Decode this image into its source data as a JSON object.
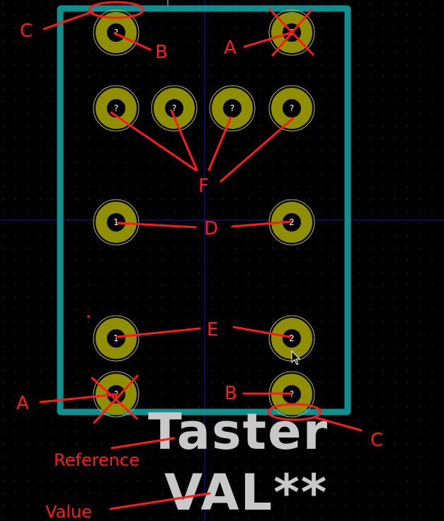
{
  "colors": {
    "background": "#000000",
    "grid_dot": "#3a3a3a",
    "crosshair": "#1c1c9e",
    "outline": "#0f9090",
    "pad_ring": "#8f8f00",
    "pad_halo": "#b8b84a",
    "pad_hole": "#000000",
    "pad_number": "#ffffff",
    "annotation": "#ff1a1a",
    "silk_text": "#c8c8c8"
  },
  "pads": [
    {
      "id": "pad-top-left",
      "number": "?"
    },
    {
      "id": "pad-top-right",
      "number": "?"
    },
    {
      "id": "pad-row2-1",
      "number": "?"
    },
    {
      "id": "pad-row2-2",
      "number": "?"
    },
    {
      "id": "pad-row2-3",
      "number": "?"
    },
    {
      "id": "pad-row2-4",
      "number": "?"
    },
    {
      "id": "pad-mid-left",
      "number": "1"
    },
    {
      "id": "pad-mid-right",
      "number": "2"
    },
    {
      "id": "pad-low-left",
      "number": "1"
    },
    {
      "id": "pad-low-right",
      "number": "2"
    },
    {
      "id": "pad-bottom-left",
      "number": "?"
    },
    {
      "id": "pad-bottom-right",
      "number": "?"
    }
  ],
  "labels": {
    "c_top": "C",
    "b_top": "B",
    "a_top": "A",
    "f": "F",
    "d": "D",
    "e": "E",
    "a_bottom": "A",
    "b_bottom": "B",
    "c_bottom": "C",
    "reference": "Reference",
    "value": "Value"
  },
  "silkscreen": {
    "reference_text": "Taster",
    "value_text": "VAL**"
  }
}
